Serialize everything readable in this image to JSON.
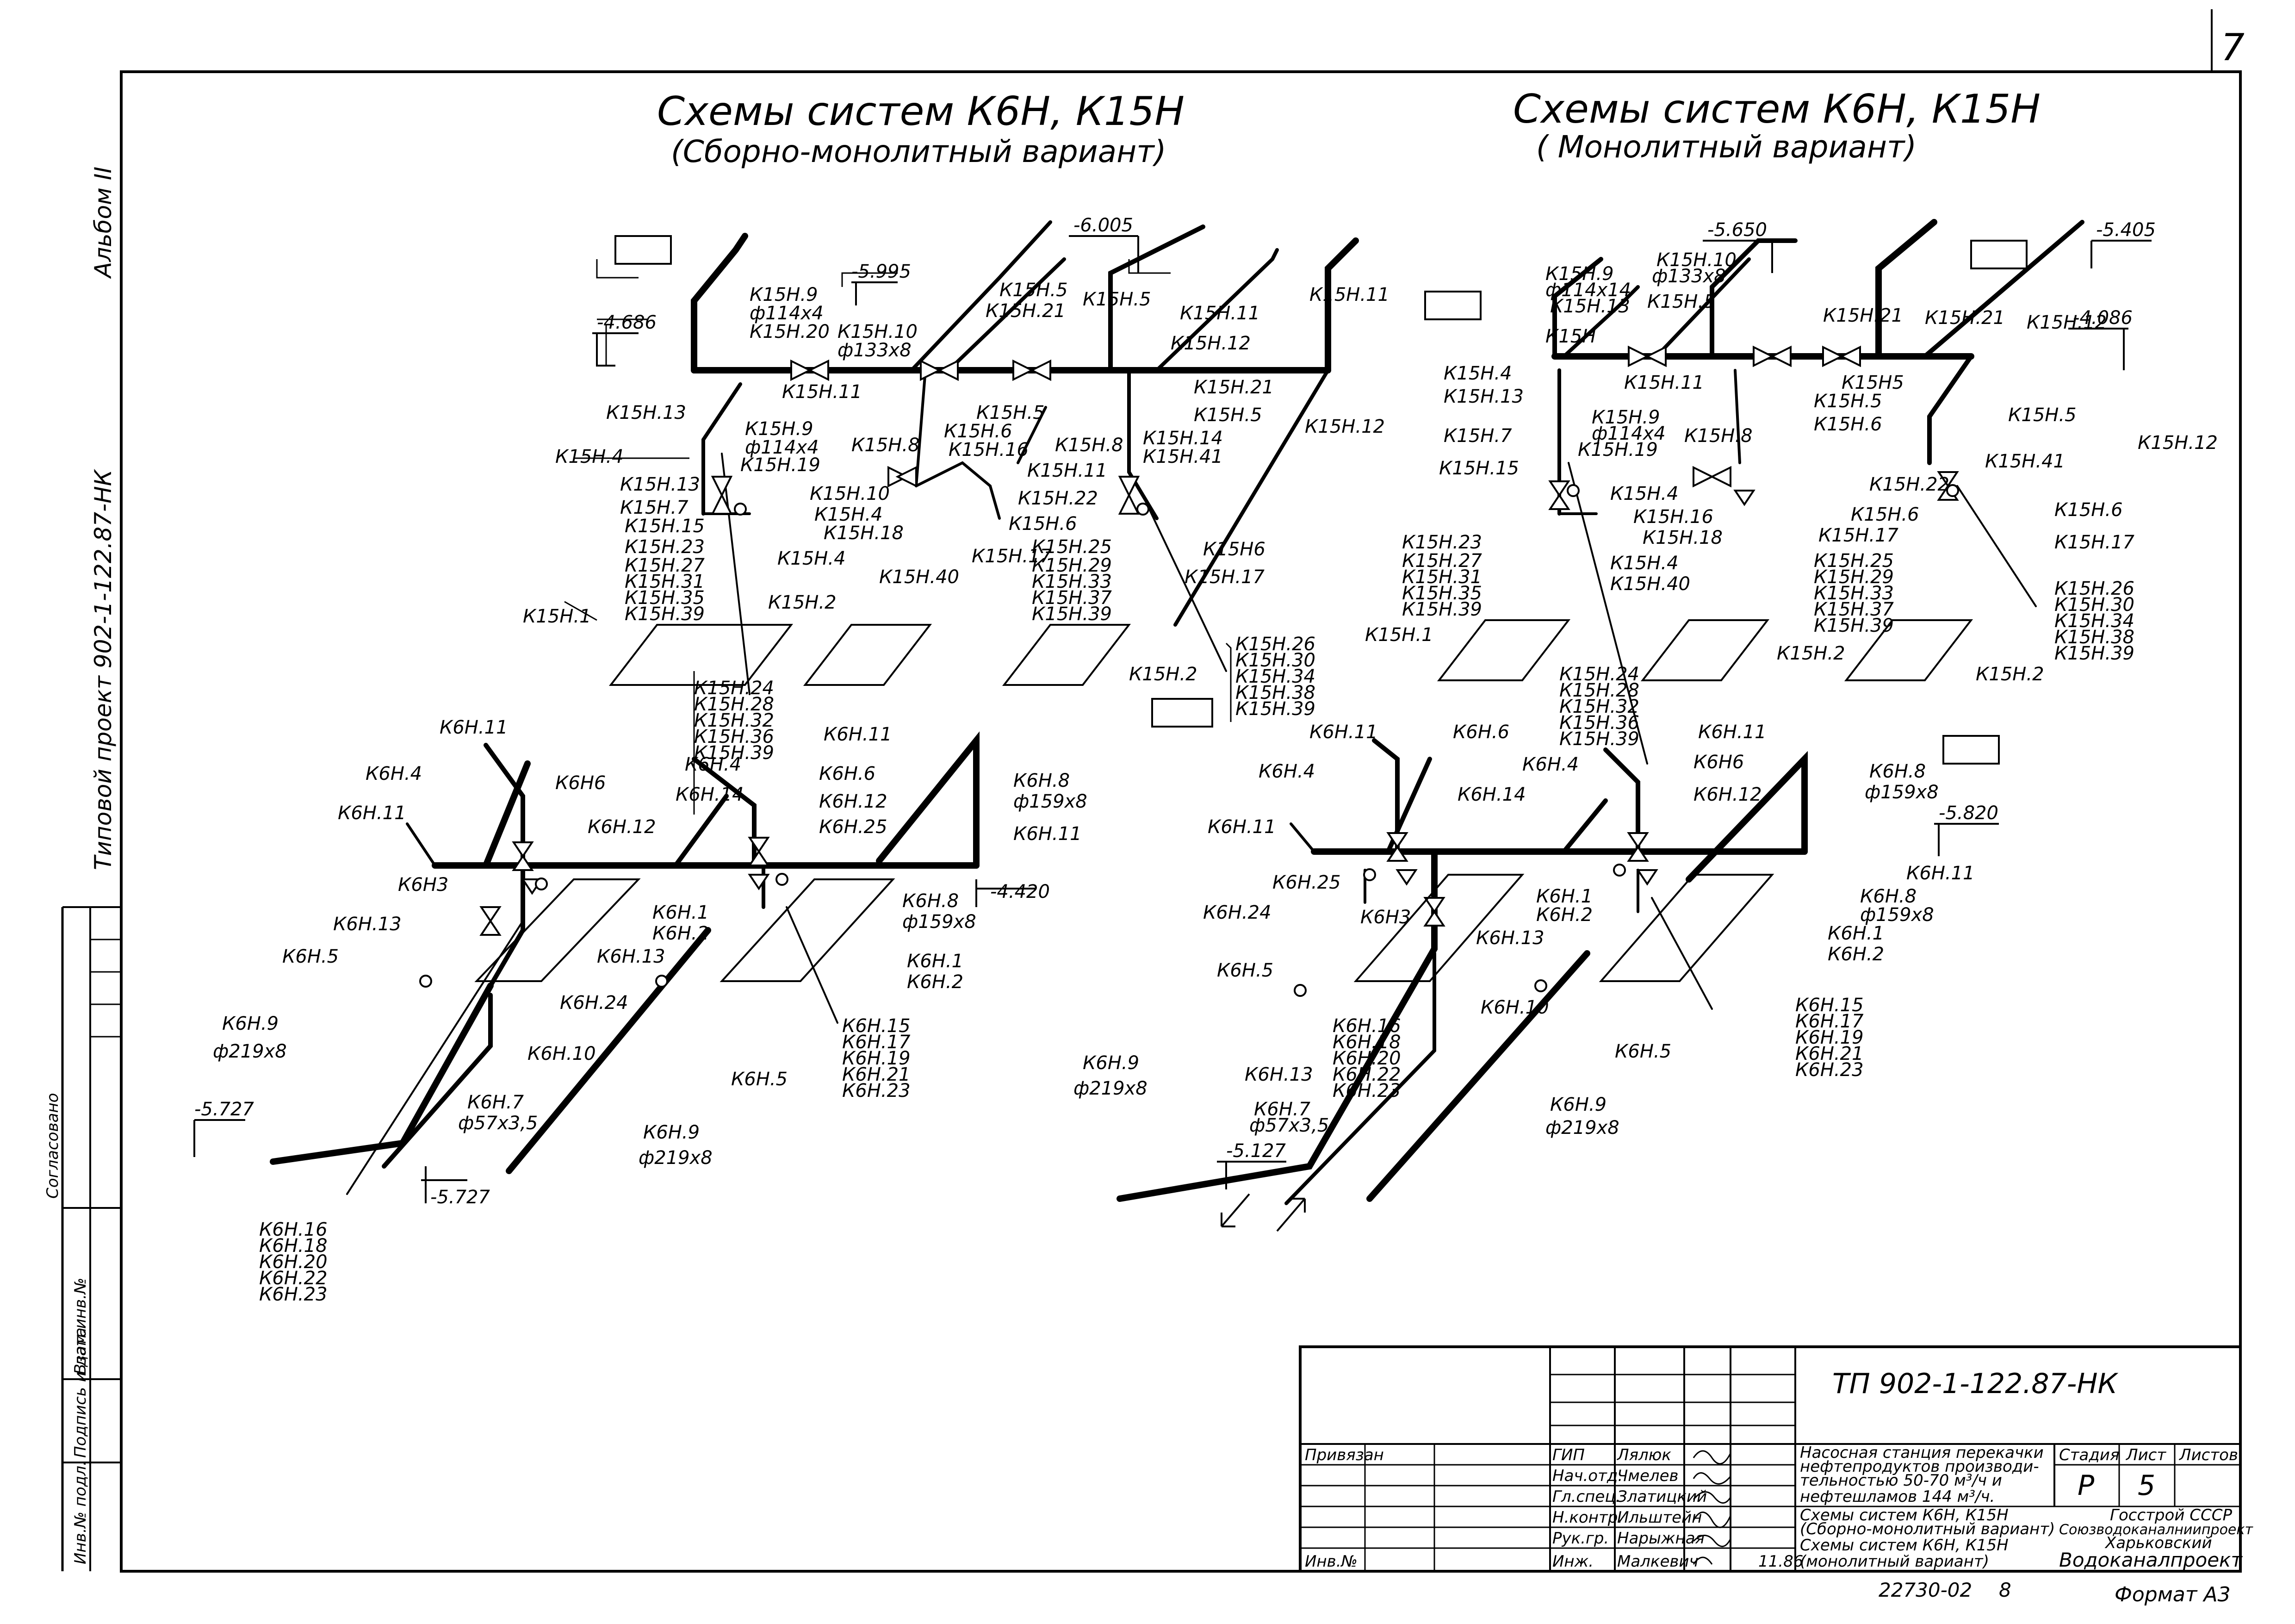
{
  "sheet": {
    "number": "7",
    "album": "Альбом II",
    "project": "Типовой проект 902-1-122.87-НК",
    "side_label": "Согласовано"
  },
  "left_scheme": {
    "title": "Схемы систем К6Н, К15Н",
    "subtitle": "(Сборно-монолитный вариант)"
  },
  "right_scheme": {
    "title": "Схемы систем К6Н, К15Н",
    "subtitle": "( Монолитный вариант)"
  },
  "left_labels": {
    "k15n9": "К15Н.9",
    "k15n9_d": "ф114х4",
    "k15n20": "К15Н.20",
    "k15n10": "К15Н.10",
    "k15n10_d": "ф133х8",
    "k15n5a": "К15Н.5",
    "k15n21": "К15Н.21",
    "k15n5b": "К15Н.5",
    "k15n11a": "К15Н.11",
    "k15n11b": "К15Н.11",
    "k15n12a": "К15Н.12",
    "k15n13a": "К15Н.13",
    "k15n11c": "К15Н.11",
    "k15n5c": "К15Н.5",
    "k15n21b": "К15Н.21",
    "k15n5d": "К15Н.5",
    "k15n12b": "К15Н.12",
    "k15n4a": "К15Н.4",
    "k15n9b": "К15Н.9",
    "k15n9b_d": "ф114х4",
    "k15n19": "К15Н.19",
    "k15n8a": "К15Н.8",
    "k15n6": "К15Н.6",
    "k15n16": "К15Н.16",
    "k15n8b": "К15Н.8",
    "k15n14": "К15Н.14",
    "k15n41": "К15Н.41",
    "k15n13b": "К15Н.13",
    "k15n7": "К15Н.7",
    "k15n15": "К15Н.15",
    "k15n23": "К15Н.23",
    "k15n27": "К15Н.27",
    "k15n31": "К15Н.31",
    "k15n35": "К15Н.35",
    "k15n39": "К15Н.39",
    "k15n10b": "К15Н.10",
    "k15n4b": "К15Н.4",
    "k15n18": "К15Н.18",
    "k15n4c": "К15Н.4",
    "k15n40": "К15Н.40",
    "k15n11d": "К15Н.11",
    "k15n22": "К15Н.22",
    "k15n6b": "К15Н.6",
    "k15n17": "К15Н.17",
    "k15n6c": "К15Н6",
    "k15n17b": "К15Н.17",
    "k15n25": "К15Н.25",
    "k15n29": "К15Н.29",
    "k15n33": "К15Н.33",
    "k15n37": "К15Н.37",
    "k15n39b": "К15Н.39",
    "k15n1": "К15Н.1",
    "k15n2a": "К15Н.2",
    "k15n2b": "К15Н.2",
    "k15n26": "К15Н.26",
    "k15n30": "К15Н.30",
    "k15n34": "К15Н.34",
    "k15n38": "К15Н.38",
    "k15n39c": "К15Н.39",
    "k15n24": "К15Н.24",
    "k15n28": "К15Н.28",
    "k15n32": "К15Н.32",
    "k15n36": "К15Н.36",
    "k15n39d": "К15Н.39",
    "k6n11a": "К6Н.11",
    "k6n4a": "К6Н.4",
    "k6n11b": "К6Н.11",
    "k6n6a": "К6Н6",
    "k6n12a": "К6Н.12",
    "k6n14": "К6Н.14",
    "k6n4b": "К6Н.4",
    "k6n11c": "К6Н.11",
    "k6n6b": "К6Н.6",
    "k6n12b": "К6Н.12",
    "k6n25": "К6Н.25",
    "k6n8": "К6Н.8",
    "k6n8_d": "ф159х8",
    "k6n11d": "К6Н.11",
    "k6n3": "К6Н3",
    "k6n1a": "К6Н.1",
    "k6n2a": "К6Н.2",
    "k6n8b": "К6Н.8",
    "k6n8b_d": "ф159х8",
    "k6n13a": "К6Н.13",
    "k6n5a": "К6Н.5",
    "k6n13b": "К6Н.13",
    "k6n24": "К6Н.24",
    "k6n1b": "К6Н.1",
    "k6n2b": "К6Н.2",
    "k6n9a": "К6Н.9",
    "k6n9a_d": "ф219х8",
    "k6n10": "К6Н.10",
    "k6n5b": "К6Н.5",
    "k6n15": "К6Н.15",
    "k6n17": "К6Н.17",
    "k6n19": "К6Н.19",
    "k6n21": "К6Н.21",
    "k6n23": "К6Н.23",
    "k6n7": "К6Н.7",
    "k6n7_d": "ф57х3,5",
    "k6n9b": "К6Н.9",
    "k6n9b_d": "ф219х8",
    "k6n16": "К6Н.16",
    "k6n18": "К6Н.18",
    "k6n20": "К6Н.20",
    "k6n22": "К6Н.22",
    "k6n23b": "К6Н.23"
  },
  "left_marks": {
    "m1": "-4.686",
    "m2": "-5.995",
    "m3": "-6.005",
    "m4": "-4.420",
    "m5": "-5.727",
    "m6": "-5.727"
  },
  "right_labels": {
    "k15n9": "К15Н.9",
    "k15n9_d": "ф114х14",
    "k15n13": "К15Н.13",
    "k15n10": "К15Н.10",
    "k15n10_d": "ф133х8",
    "k15n5a": "К15Н.5",
    "k15n21a": "К15Н.21",
    "k15n21b": "К15Н.21",
    "k15n12a": "К15Н.12",
    "k15n11a": "К15Н",
    "k15n11b": "К15Н.11",
    "k15n5b": "К15Н5",
    "k15n4a": "К15Н.4",
    "k15n13b": "К15Н.13",
    "k15n5c": "К15Н.5",
    "k15n6a": "К15Н.6",
    "k15n5d": "К15Н.5",
    "k15n12b": "К15Н.12",
    "k15n7": "К15Н.7",
    "k15n9b": "К15Н.9",
    "k15n9b_d": "ф114х4",
    "k15n19": "К15Н.19",
    "k15n8": "К15Н.8",
    "k15n15": "К15Н.15",
    "k15n4b": "К15Н.4",
    "k15n22": "К15Н.22",
    "k15n41": "К15Н.41",
    "k15n16": "К15Н.16",
    "k15n18": "К15Н.18",
    "k15n6b": "К15Н.6",
    "k15n6c": "К15Н.6",
    "k15n17a": "К15Н.17",
    "k15n17b": "К15Н.17",
    "k15n23": "К15Н.23",
    "k15n27": "К15Н.27",
    "k15n31": "К15Н.31",
    "k15n35": "К15Н.35",
    "k15n39": "К15Н.39",
    "k15n4c": "К15Н.4",
    "k15n40": "К15Н.40",
    "k15n25": "К15Н.25",
    "k15n29": "К15Н.29",
    "k15n33": "К15Н.33",
    "k15n37": "К15Н.37",
    "k15n39b": "К15Н.39",
    "k15n26": "К15Н.26",
    "k15n30": "К15Н.30",
    "k15n34": "К15Н.34",
    "k15n38": "К15Н.38",
    "k15n39c": "К15Н.39",
    "k15n1": "К15Н.1",
    "k15n2a": "К15Н.2",
    "k15n2b": "К15Н.2",
    "k15n24": "К15Н.24",
    "k15n28": "К15Н.28",
    "k15n32": "К15Н.32",
    "k15n36": "К15Н.36",
    "k15n39d": "К15Н.39",
    "k6n11a": "К6Н.11",
    "k6n6a": "К6Н.6",
    "k6n4a": "К6Н.4",
    "k6n4b": "К6Н.4",
    "k6n11b": "К6Н.11",
    "k6n6b": "К6Н6",
    "k6n14": "К6Н.14",
    "k6n12": "К6Н.12",
    "k6n8": "К6Н.8",
    "k6n8_d": "ф159х8",
    "k6n11c": "К6Н.11",
    "k6n25": "К6Н.25",
    "k6n3": "К6Н3",
    "k6n1a": "К6Н.1",
    "k6n2a": "К6Н.2",
    "k6n11d": "К6Н.11",
    "k6n8b": "К6Н.8",
    "k6n8b_d": "ф159х8",
    "k6n1b": "К6Н.1",
    "k6n2b": "К6Н.2",
    "k6n24": "К6Н.24",
    "k6n13a": "К6Н.13",
    "k6n5a": "К6Н.5",
    "k6n10": "К6Н.10",
    "k6n5b": "К6Н.5",
    "k6n15": "К6Н.15",
    "k6n17": "К6Н.17",
    "k6n19": "К6Н.19",
    "k6n21": "К6Н.21",
    "k6n23": "К6Н.23",
    "k6n13b": "К6Н.13",
    "k6n16": "К6Н.16",
    "k6n18": "К6Н.18",
    "k6n20": "К6Н.20",
    "k6n22": "К6Н.22",
    "k6n23b": "К6Н.23",
    "k6n9a": "К6Н.9",
    "k6n9a_d": "ф219х8",
    "k6n7": "К6Н.7",
    "k6n7_d": "ф57х3,5",
    "k6n9b": "К6Н.9",
    "k6n9b_d": "ф219х8"
  },
  "right_marks": {
    "m1": "-5.650",
    "m2": "-5.405",
    "m3": "-4.086",
    "m4": "-5.820",
    "m5": "-5.127"
  },
  "stamp": {
    "code": "ТП 902-1-122.87-НК",
    "privyazan": "Привязан",
    "inv": "Инв.№",
    "roles": [
      "ГИП",
      "Нач.отд.",
      "Гл.спец.",
      "Н.контр.",
      "Рук.гр.",
      "Инж."
    ],
    "names": [
      "Лялюк",
      "Чмелев",
      "Златицкий",
      "Ильштейн",
      "Нарыжная",
      "Малкевич"
    ],
    "date": "11.86",
    "title_lines": [
      "Насосная станция перекачки",
      "нефтепродуктов производи-",
      "тельностью 50-70 м³/ч и",
      "нефтешламов 144 м³/ч."
    ],
    "drawing_lines": [
      "Схемы систем К6Н, К15Н",
      "(Сборно-монолитный вариант)",
      "Схемы систем К6Н, К15Н",
      "(монолитный вариант)"
    ],
    "stage_label": "Стадия",
    "sheet_label": "Лист",
    "sheets_label": "Листов",
    "stage": "Р",
    "sheet": "5",
    "org": [
      "Госстрой СССР",
      "Союзводоканалниипроект",
      "Харьковский",
      "Водоканалпроект"
    ],
    "archive": "22730-02",
    "archive_sheet": "8",
    "format": "Формат А3"
  },
  "margin_stamp": {
    "c1": "Инв.№ подл.",
    "c2": "Подпись и дата",
    "c3": "Взам.инв.№"
  }
}
